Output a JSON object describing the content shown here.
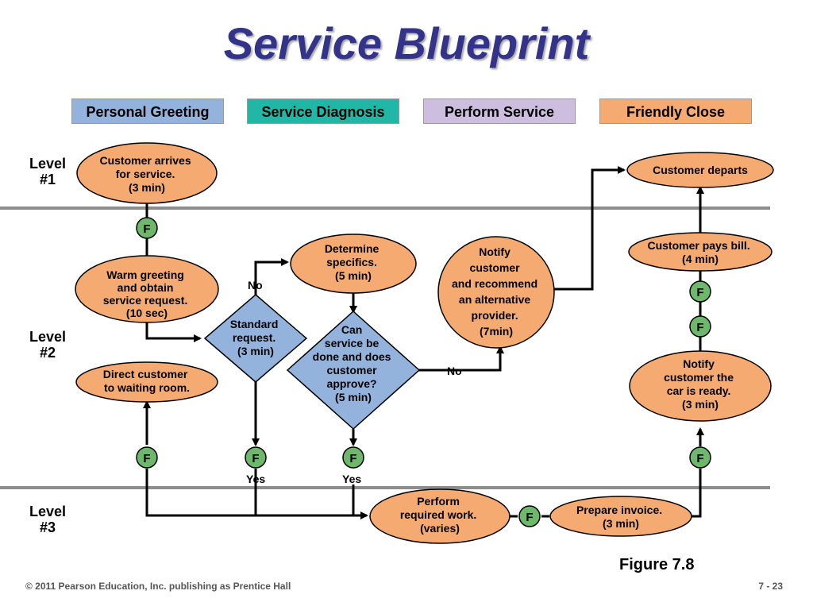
{
  "title": "Service Blueprint",
  "phases": [
    {
      "label": "Personal Greeting",
      "color": "#93b2dc"
    },
    {
      "label": "Service Diagnosis",
      "color": "#21b7a6"
    },
    {
      "label": "Perform Service",
      "color": "#cdbedf"
    },
    {
      "label": "Friendly Close",
      "color": "#f5aa72"
    }
  ],
  "levels": [
    {
      "line1": "Level",
      "line2": "#1"
    },
    {
      "line1": "Level",
      "line2": "#2"
    },
    {
      "line1": "Level",
      "line2": "#3"
    }
  ],
  "nodes": {
    "customer_arrives": [
      "Customer arrives",
      "for service.",
      "(3 min)"
    ],
    "warm_greeting": [
      "Warm greeting",
      "and obtain",
      "service request.",
      "(10 sec)"
    ],
    "direct_customer": [
      "Direct customer",
      "to waiting room."
    ],
    "standard_request": [
      "Standard",
      "request.",
      "(3 min)"
    ],
    "determine_specifics": [
      "Determine",
      "specifics.",
      "(5 min)"
    ],
    "can_service": [
      "Can",
      "service be",
      "done and does",
      "customer",
      "approve?",
      "(5 min)"
    ],
    "notify_alternative": [
      "Notify",
      "customer",
      "and recommend",
      "an alternative",
      "provider.",
      "(7min)"
    ],
    "customer_departs": [
      "Customer departs"
    ],
    "customer_pays": [
      "Customer pays bill.",
      "(4 min)"
    ],
    "notify_ready": [
      "Notify",
      "customer the",
      "car is ready.",
      "(3 min)"
    ],
    "perform_work": [
      "Perform",
      "required work.",
      "(varies)"
    ],
    "prepare_invoice": [
      "Prepare invoice.",
      "(3 min)"
    ]
  },
  "fail_point_label": "F",
  "labels": {
    "no": "No",
    "yes": "Yes"
  },
  "colors": {
    "node_fill": "#f5aa72",
    "decision_fill": "#93b2dc",
    "fail_fill": "#6db86a",
    "divider": "#8c8c8c"
  },
  "figure_label": "Figure 7.8",
  "footer": {
    "copyright": "© 2011 Pearson Education, Inc. publishing as Prentice Hall",
    "page": "7 - 23"
  }
}
